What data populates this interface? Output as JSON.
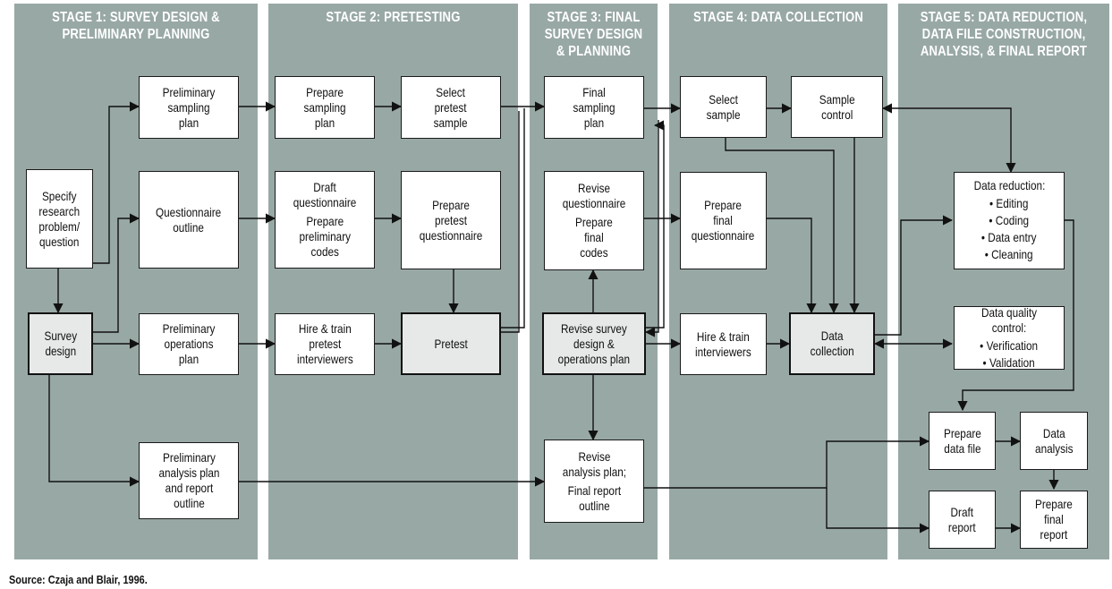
{
  "stages": [
    {
      "title": "STAGE 1: SURVEY DESIGN &\nPRELIMINARY PLANNING"
    },
    {
      "title": "STAGE 2: PRETESTING"
    },
    {
      "title": "STAGE 3: FINAL\nSURVEY DESIGN\n& PLANNING"
    },
    {
      "title": "STAGE 4: DATA COLLECTION"
    },
    {
      "title": "STAGE 5: DATA REDUCTION,\nDATA FILE CONSTRUCTION,\nANALYSIS, & FINAL REPORT"
    }
  ],
  "boxes": {
    "specify_research": "Specify\nresearch\nproblem/\nquestion",
    "survey_design": "Survey\ndesign",
    "prelim_sampling": "Preliminary\nsampling\nplan",
    "questionnaire_outline": "Questionnaire\noutline",
    "prelim_operations": "Preliminary\noperations\nplan",
    "prelim_analysis": "Preliminary\nanalysis plan\nand report\noutline",
    "prepare_sampling": "Prepare\nsampling\nplan",
    "select_pretest": "Select\npretest\nsample",
    "draft_questionnaire": "Draft\nquestionnaire",
    "prepare_prelim_codes": "Prepare\npreliminary\ncodes",
    "prepare_pretest_q": "Prepare\npretest\nquestionnaire",
    "hire_train_pretest": "Hire & train\npretest\ninterviewers",
    "pretest": "Pretest",
    "final_sampling": "Final\nsampling\nplan",
    "revise_questionnaire": "Revise\nquestionnaire",
    "prepare_final_codes": "Prepare\nfinal\ncodes",
    "revise_survey_design": "Revise survey\ndesign &\noperations plan",
    "revise_analysis": "Revise\nanalysis plan;",
    "final_report_outline": "Final report\noutline",
    "select_sample": "Select\nsample",
    "sample_control": "Sample\ncontrol",
    "prepare_final_q": "Prepare\nfinal\nquestionnaire",
    "hire_train_interviewers": "Hire & train\ninterviewers",
    "data_collection": "Data\ncollection",
    "data_reduction_title": "Data reduction:",
    "data_reduction_items": [
      "Editing",
      "Coding",
      "Data entry",
      "Cleaning"
    ],
    "dq_control_title": "Data quality control:",
    "dq_control_items": [
      "Verification",
      "Validation"
    ],
    "prepare_data_file": "Prepare\ndata file",
    "data_analysis": "Data\nanalysis",
    "draft_report": "Draft\nreport",
    "prepare_final_report": "Prepare\nfinal\nreport"
  },
  "source": "Source: Czaja and Blair, 1996."
}
